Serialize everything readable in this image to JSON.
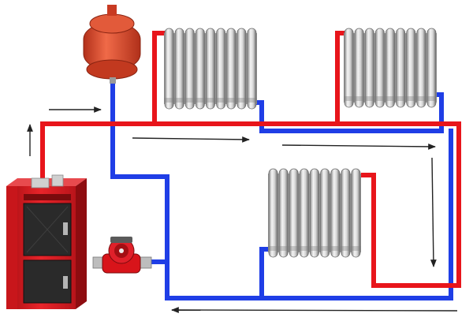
{
  "diagram": {
    "type": "two-pipe heating system schematic",
    "colors": {
      "supply_pipe": "#e8151b",
      "return_pipe": "#1f3ee6",
      "boiler": "#d8141a",
      "expansion_tank": "#e04a2c",
      "pump": "#d8141a",
      "radiator": "#d2d2d2",
      "flow_arrow": "#222222",
      "background": "#ffffff"
    },
    "components": [
      {
        "id": "boiler",
        "icon": "boiler-icon"
      },
      {
        "id": "expansion-tank",
        "icon": "expansion-tank-icon"
      },
      {
        "id": "circulation-pump",
        "icon": "pump-icon"
      },
      {
        "id": "radiator-top-left",
        "icon": "radiator-icon"
      },
      {
        "id": "radiator-top-right",
        "icon": "radiator-icon"
      },
      {
        "id": "radiator-middle",
        "icon": "radiator-icon"
      }
    ],
    "flow_arrows": [
      {
        "id": "boiler-outlet-up",
        "direction": "up"
      },
      {
        "id": "supply-top-left",
        "direction": "right"
      },
      {
        "id": "supply-mid-1",
        "direction": "right"
      },
      {
        "id": "supply-mid-2",
        "direction": "right"
      },
      {
        "id": "supply-right-down",
        "direction": "down"
      },
      {
        "id": "return-bottom",
        "direction": "left"
      }
    ]
  }
}
